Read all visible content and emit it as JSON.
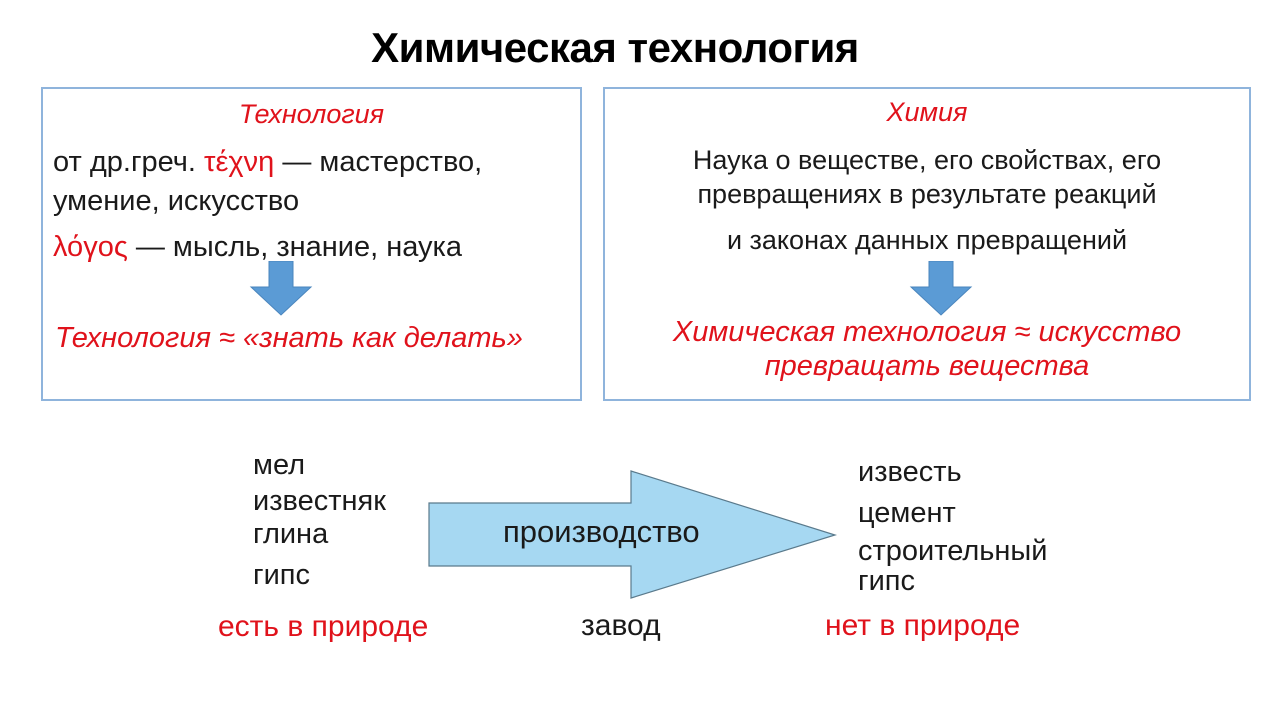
{
  "title": "Химическая  технология",
  "left_box": {
    "heading": "Технология",
    "line1_prefix": "от др.греч.",
    "line1_greek": "τέχνη",
    "line1_suffix": "— мастерство,",
    "line2": "умение, искусство",
    "line3_greek": "λόγος",
    "line3_suffix": "— мысль, знание, наука",
    "conclusion": "Технология ≈ «знать как делать»"
  },
  "right_box": {
    "heading": "Химия",
    "line1": "Наука о веществе, его свойствах, его",
    "line2": "превращениях в результате реакций",
    "line3": "и законах данных превращений",
    "conclusion1": "Химическая технология ≈ искусство",
    "conclusion2": "превращать вещества"
  },
  "process": {
    "inputs": [
      "мел",
      "известняк",
      "глина",
      "гипс"
    ],
    "arrow_label": "производство",
    "outputs": [
      "известь",
      "цемент",
      "строительный",
      "гипс"
    ],
    "inputs_caption": "есть в природе",
    "arrow_caption": "завод",
    "outputs_caption": "нет в природе"
  },
  "colors": {
    "accent": "#e0121b",
    "arrow_fill": "#a6d8f2",
    "down_arrow": "#5b9bd5",
    "box_border": "#8fb4dc"
  }
}
